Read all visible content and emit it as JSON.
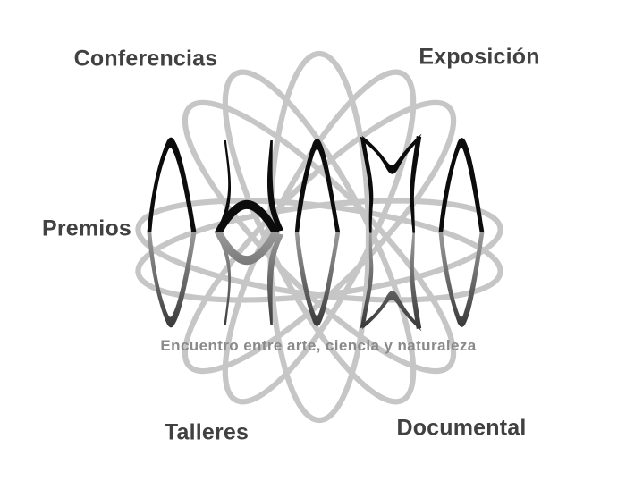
{
  "labels": {
    "top_left": "Conferencias",
    "top_right": "Exposición",
    "left": "Premios",
    "bottom_left": "Talleres",
    "bottom_right": "Documental"
  },
  "caption": "Encuentro entre arte, ciencia y naturaleza",
  "logo": {
    "glyphs": "stylized-letterforms-A-W-A-M-A",
    "motif": "overlapping-ellipse-flower",
    "reflection": "mirrored-below-baseline"
  },
  "colors": {
    "background": "#ffffff",
    "letterforms": "#0c0c0c",
    "reflection_near": "#9a9a9a",
    "reflection_far": "#383838",
    "flower_stroke": "#c6c6c6",
    "label_text": "#414141",
    "caption_text": "#8a8a8a"
  }
}
